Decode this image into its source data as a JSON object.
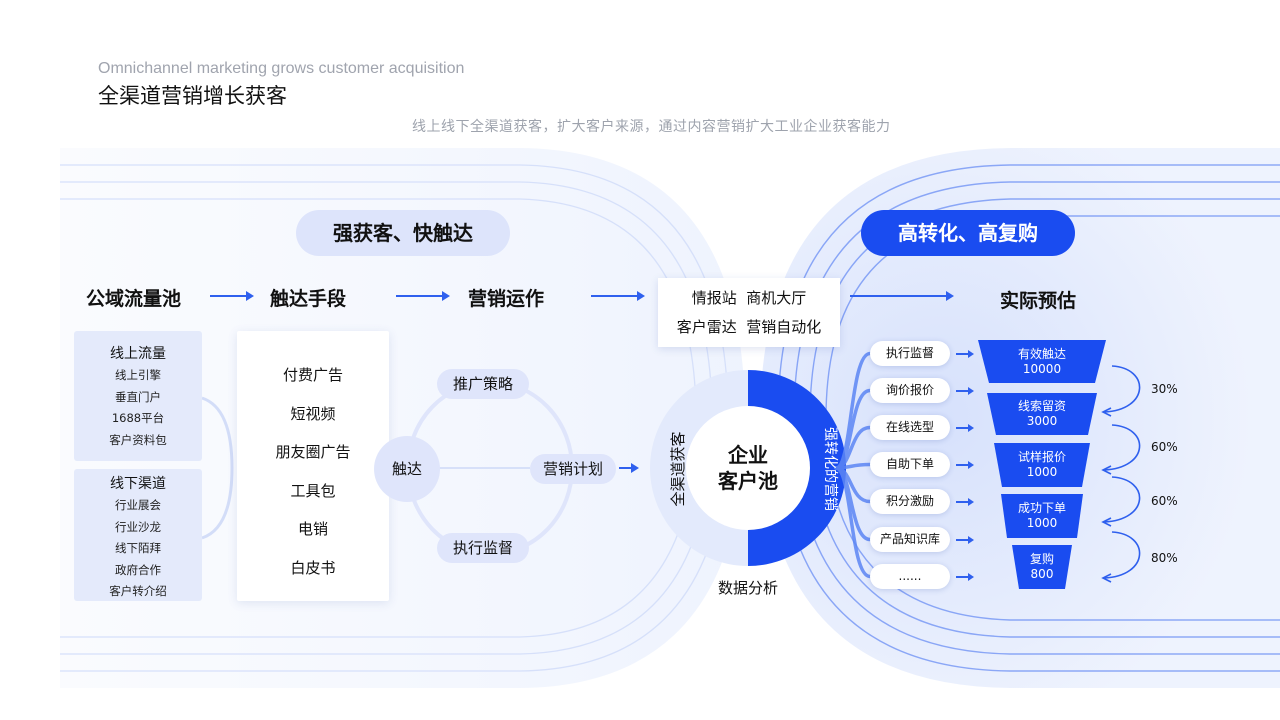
{
  "header": {
    "subtitle_en": "Omnichannel marketing grows customer acquisition",
    "title": "全渠道营销增长获客",
    "tagline": "线上线下全渠道获客，扩大客户来源，通过内容营销扩大工业企业获客能力"
  },
  "pills": {
    "left": "强获客、快触达",
    "right": "高转化、高复购"
  },
  "flow": {
    "public_pool": "公域流量池",
    "reach_means": "触达手段",
    "marketing_ops": "营销运作",
    "estimate": "实际预估"
  },
  "online_box": {
    "title": "线上流量",
    "items": [
      "线上引擎",
      "垂直门户",
      "1688平台",
      "客户资料包"
    ]
  },
  "offline_box": {
    "title": "线下渠道",
    "items": [
      "行业展会",
      "行业沙龙",
      "线下陌拜",
      "政府合作",
      "客户转介绍"
    ]
  },
  "means": [
    "付费广告",
    "短视频",
    "朋友圈广告",
    "工具包",
    "电销",
    "白皮书"
  ],
  "ops": {
    "touch": "触达",
    "strategy": "推广策略",
    "plan": "营销计划",
    "monitor": "执行监督"
  },
  "info_box": {
    "row1": [
      "情报站",
      "商机大厅"
    ],
    "row2": [
      "客户雷达",
      "营销自动化"
    ]
  },
  "core": {
    "line1": "企业",
    "line2": "客户池",
    "left_arc": "全渠道获客",
    "right_arc": "强转化的营销",
    "bottom": "数据分析"
  },
  "stages": [
    "执行监督",
    "询价报价",
    "在线选型",
    "自助下单",
    "积分激励",
    "产品知识库",
    "......"
  ],
  "funnel": [
    {
      "label": "有效触达",
      "value": "10000"
    },
    {
      "label": "线索留资",
      "value": "3000"
    },
    {
      "label": "试样报价",
      "value": "1000"
    },
    {
      "label": "成功下单",
      "value": "1000"
    },
    {
      "label": "复购",
      "value": "800"
    }
  ],
  "rates": [
    "30%",
    "60%",
    "60%",
    "80%"
  ],
  "colors": {
    "accent": "#1a4cf0",
    "pale": "#dfe5fb",
    "arrow": "#2f60ee"
  }
}
